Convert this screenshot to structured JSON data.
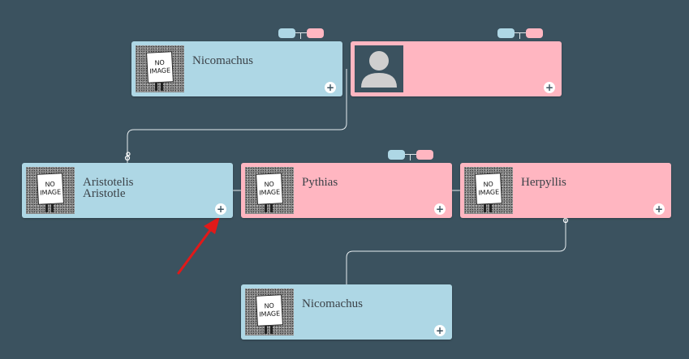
{
  "cards": [
    {
      "id": "nicomachus-father",
      "name": "Nicomachus",
      "gender": "male",
      "image": "no-image"
    },
    {
      "id": "unknown-mother",
      "name": "",
      "gender": "female",
      "image": "silhouette"
    },
    {
      "id": "aristotle",
      "name": "Aristotelis\nAristotle",
      "gender": "male",
      "image": "no-image"
    },
    {
      "id": "pythias",
      "name": "Pythias",
      "gender": "female",
      "image": "no-image"
    },
    {
      "id": "herpyllis",
      "name": "Herpyllis",
      "gender": "female",
      "image": "no-image"
    },
    {
      "id": "nicomachus-son",
      "name": "Nicomachus",
      "gender": "male",
      "image": "no-image"
    }
  ],
  "no_image_text": {
    "line1": "NO",
    "line2": "IMAGE"
  },
  "add_icon": "+",
  "colors": {
    "background": "#3b525f",
    "male": "#aed7e5",
    "female": "#ffb6c1",
    "link_line": "#e6ecef",
    "annotation_arrow": "#e11919"
  }
}
